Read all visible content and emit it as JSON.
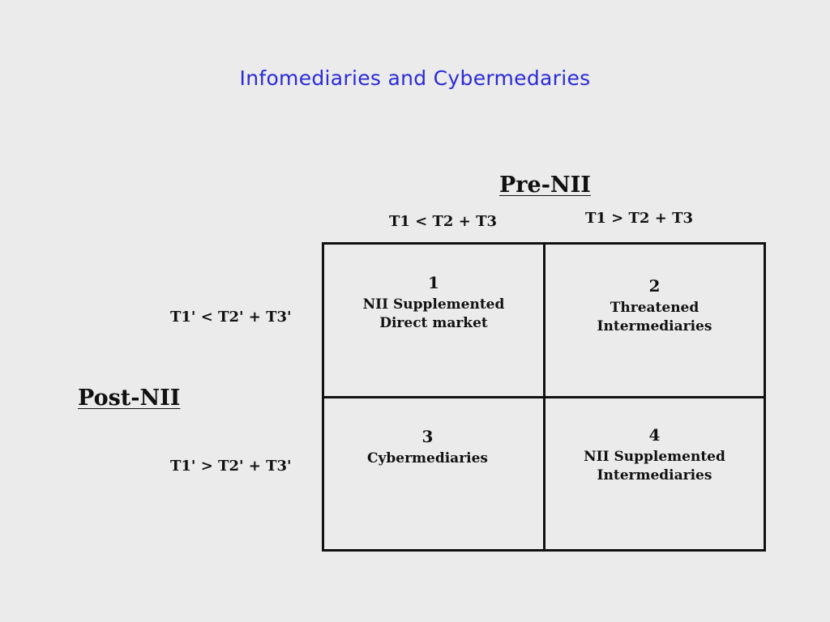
{
  "title": "Infomediaries and Cybermedaries",
  "pre_header": "Pre-NII",
  "post_header": "Post-NII",
  "columns": [
    {
      "condition": "T1 < T2 + T3"
    },
    {
      "condition": "T1 > T2 + T3"
    }
  ],
  "rows": [
    {
      "condition": "T1' < T2' + T3'"
    },
    {
      "condition": "T1' > T2' + T3'"
    }
  ],
  "cells": [
    {
      "number": "1",
      "line1": "NII Supplemented",
      "line2": "Direct market"
    },
    {
      "number": "2",
      "line1": "Threatened",
      "line2": "Intermediaries"
    },
    {
      "number": "3",
      "line1": "Cybermediaries",
      "line2": ""
    },
    {
      "number": "4",
      "line1": "NII Supplemented",
      "line2": "Intermediaries"
    }
  ]
}
